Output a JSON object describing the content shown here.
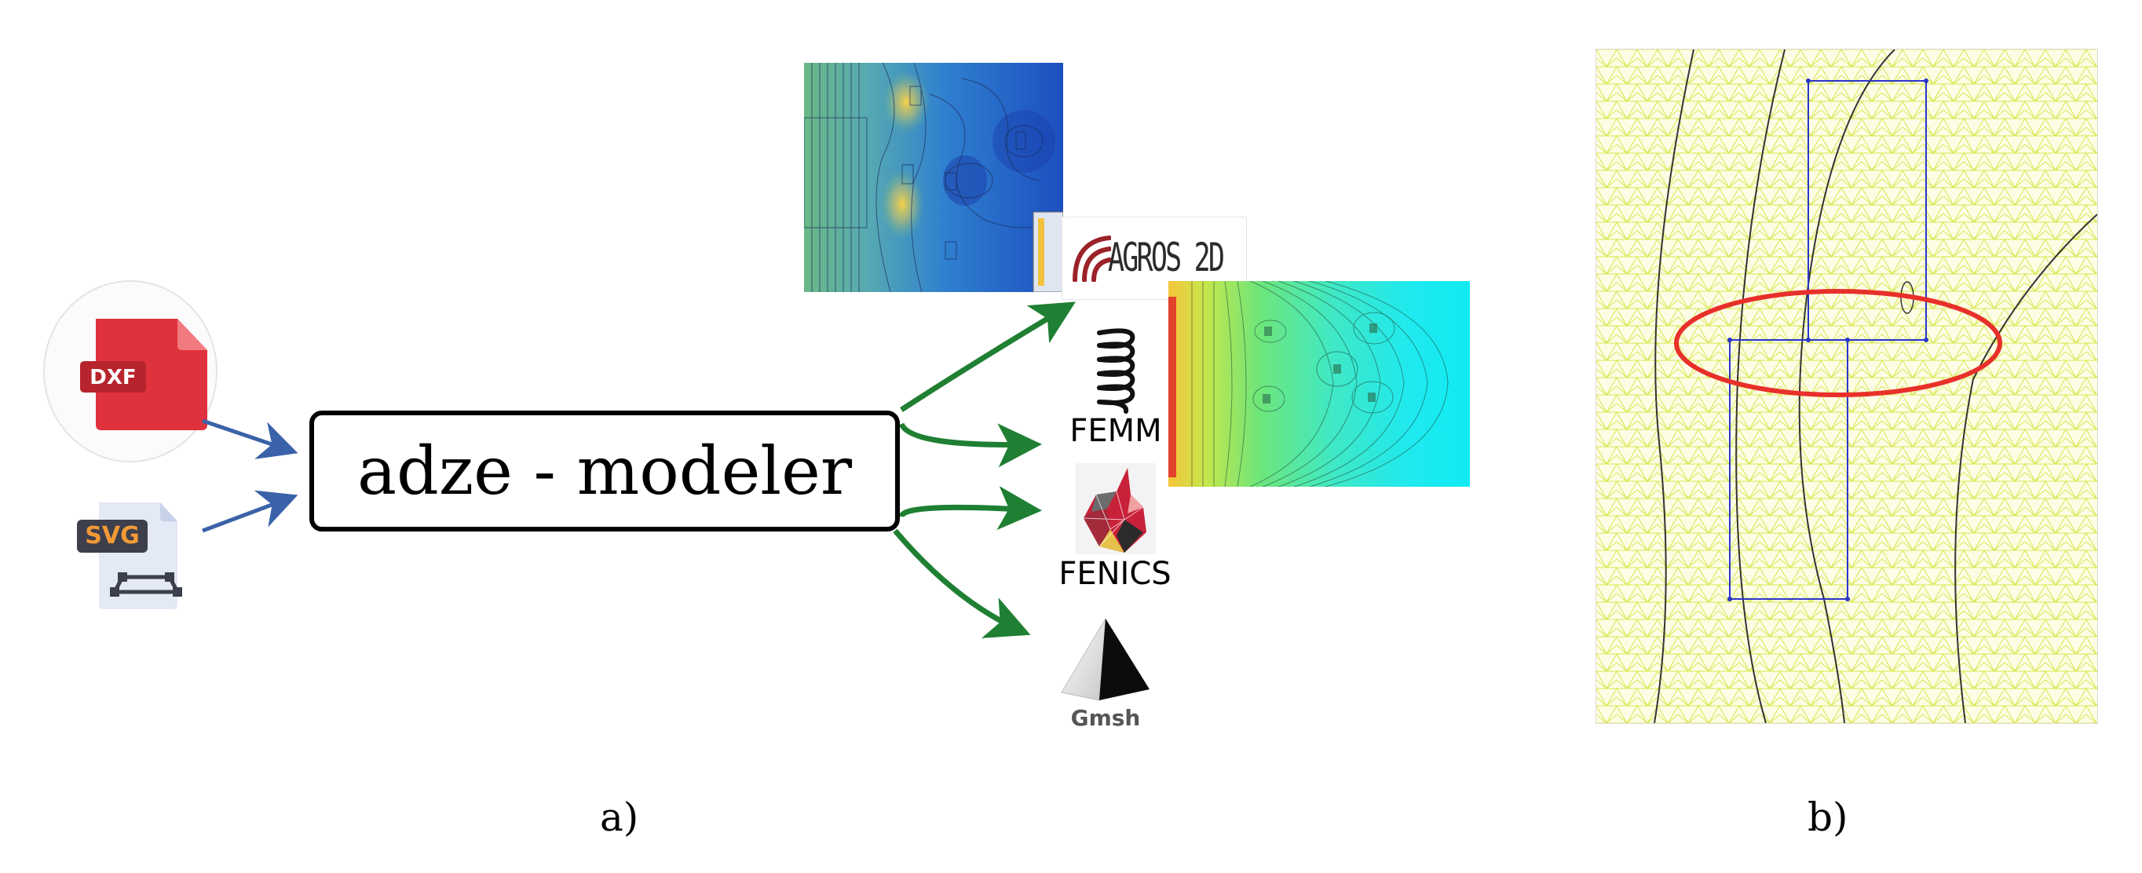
{
  "inputs": {
    "dxf_label": "DXF",
    "svg_label": "SVG"
  },
  "main": {
    "title": "adze - modeler"
  },
  "tools": {
    "agros_label": "AGROS 2D",
    "femm_label": "FEMM",
    "fenics_label": "FENICS",
    "gmsh_label": "Gmsh"
  },
  "captions": {
    "a": "a)",
    "b": "b)"
  },
  "colors": {
    "input_arrow": "#3a62a8",
    "output_arrow": "#1f7f32",
    "dxf_red": "#e0323c",
    "svg_orange": "#f39a35",
    "mesh_yellow": "#e6f24a",
    "mesh_blue": "#2a36c8",
    "highlight_red": "#e8302a"
  }
}
